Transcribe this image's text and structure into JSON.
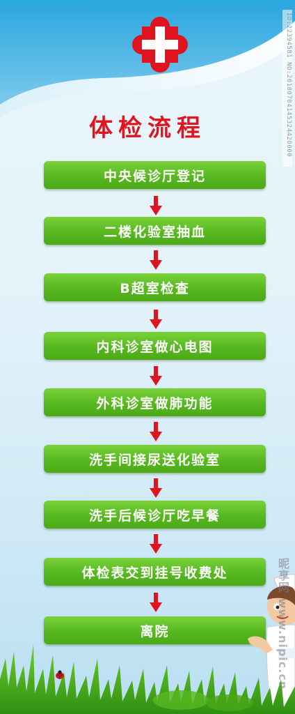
{
  "title": "体检流程",
  "steps": [
    "中央候诊厅登记",
    "二楼化验室抽血",
    "B超室检查",
    "内科诊室做心电图",
    "外科诊室做肺功能",
    "洗手间接尿送化验室",
    "洗手后候诊厅吃早餐",
    "体检表交到挂号收费处",
    "离院"
  ],
  "side_id": "ID:22394581 NO:20180704145324420000",
  "watermark": "昵享网 www.nipic.cn",
  "colors": {
    "title": "#e0141e",
    "step_bg": "#57b820",
    "arrow": "#e0141e",
    "cross": "#e0141e"
  },
  "icons": [
    "red-cross-icon",
    "down-arrow-icon",
    "ladybug-icon",
    "nurse-cartoon-icon"
  ]
}
